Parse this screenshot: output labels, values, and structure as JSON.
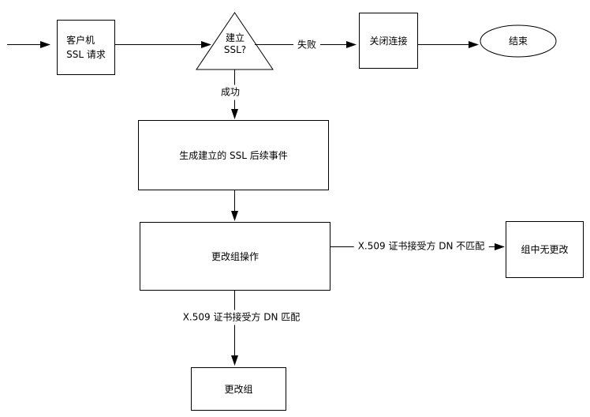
{
  "flowchart": {
    "nodes": {
      "client_ssl_request": {
        "shape": "rectangle",
        "label": "客户机\nSSL 请求"
      },
      "establish_ssl": {
        "shape": "triangle",
        "label": "建立\nSSL?"
      },
      "close_connection": {
        "shape": "rectangle",
        "label": "关闭连接"
      },
      "end": {
        "shape": "ellipse",
        "label": "结束"
      },
      "generate_ssl_events": {
        "shape": "rectangle",
        "label": "生成建立的 SSL 后续事件"
      },
      "change_group_operation": {
        "shape": "rectangle",
        "label": "更改组操作"
      },
      "no_change_in_group": {
        "shape": "rectangle",
        "label": "组中无更改"
      },
      "change_group": {
        "shape": "rectangle",
        "label": "更改组"
      }
    },
    "edge_labels": {
      "failure": "失败",
      "success": "成功",
      "dn_not_matched": "X.509 证书接受方 DN 不匹配",
      "dn_matched": "X.509 证书接受方 DN 匹配"
    },
    "colors": {
      "line": "#000000",
      "text": "#000000",
      "background": "#ffffff"
    }
  }
}
